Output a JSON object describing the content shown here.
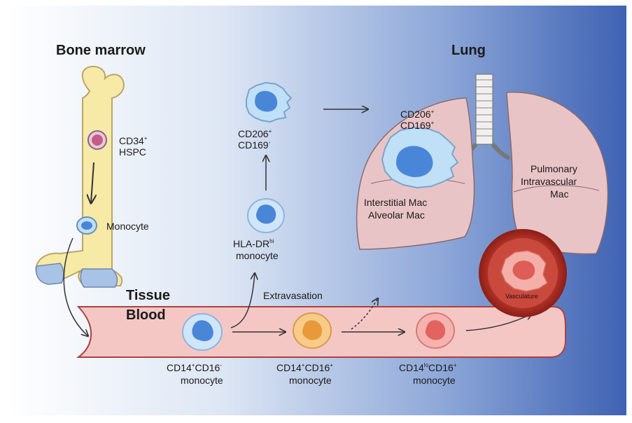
{
  "sections": {
    "bone_marrow": "Bone marrow",
    "lung": "Lung",
    "tissue": "Tissue",
    "blood": "Blood"
  },
  "bone": {
    "hspc_line1": "CD34",
    "hspc_line1_sup": "+",
    "hspc_line2": "HSPC",
    "monocyte": "Monocyte"
  },
  "tissue_path": {
    "top_line1": "CD206",
    "top_line1_sup": "+",
    "top_line2": "CD169",
    "top_line2_sup": "-",
    "hla_line1": "HLA-DR",
    "hla_line1_sup": "hi",
    "hla_line2": "monocyte",
    "extravasation": "Extravasation"
  },
  "lung": {
    "mac_line1": "CD206",
    "mac_line1_sup": "+",
    "mac_line2": "CD169",
    "mac_line2_sup": "+",
    "interstitial": "Interstitial Mac",
    "alveolar": "Alveolar Mac",
    "pim_line1": "Pulmonary",
    "pim_line2": "Intravascular",
    "pim_line3": "Mac",
    "vasculature": "Vasculature"
  },
  "blood_cells": [
    {
      "a": "CD14",
      "a_sup": "+",
      "b": "CD16",
      "b_sup": "-",
      "line2": "monocyte"
    },
    {
      "a": "CD14",
      "a_sup": "+",
      "b": "CD16",
      "b_sup": "+",
      "line2": "monocyte"
    },
    {
      "a": "CD14",
      "a_sup": "lo",
      "b": "CD16",
      "b_sup": "+",
      "line2": "monocyte"
    }
  ],
  "colors": {
    "bone": "#f7e9a6",
    "vessel": "#f4c7c5",
    "lung": "#e9c4c7",
    "classical": "#9ec8f0",
    "intermediate": "#f5b45a",
    "nonclassical": "#e96b6b",
    "macrophage": "#bfe0f7"
  }
}
